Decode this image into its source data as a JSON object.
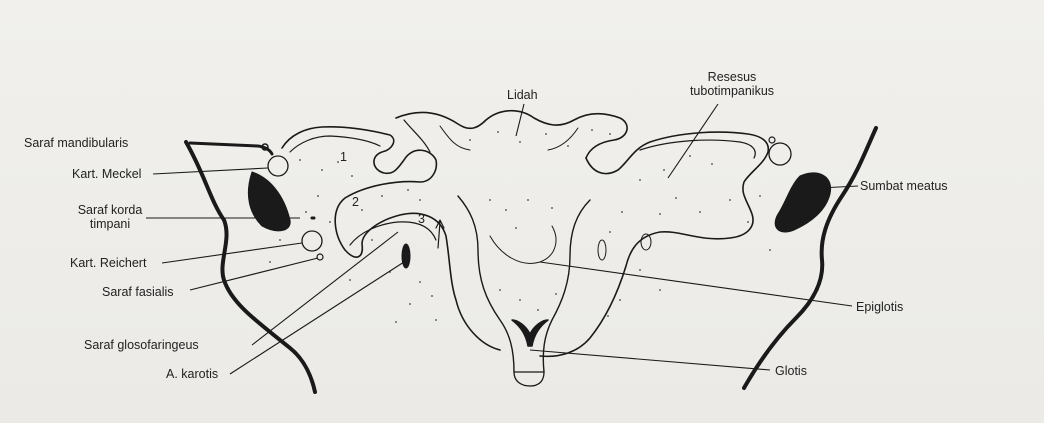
{
  "labels": {
    "saraf_mandibularis": "Saraf mandibularis",
    "kart_meckel": "Kart. Meckel",
    "saraf_korda_1": "Saraf korda",
    "saraf_korda_2": "timpani",
    "kart_reichert": "Kart. Reichert",
    "saraf_fasialis": "Saraf fasialis",
    "saraf_glosofaringeus": "Saraf glosofaringeus",
    "a_karotis": "A. karotis",
    "lidah": "Lidah",
    "resesus_1": "Resesus",
    "resesus_2": "tubotimpanikus",
    "sumbat_meatus": "Sumbat meatus",
    "epiglotis": "Epiglotis",
    "glotis": "Glotis"
  },
  "numbers": {
    "n1": "1",
    "n2": "2",
    "n3": "3"
  },
  "colors": {
    "ink": "#1a1a1a",
    "paper": "#eeede9"
  }
}
